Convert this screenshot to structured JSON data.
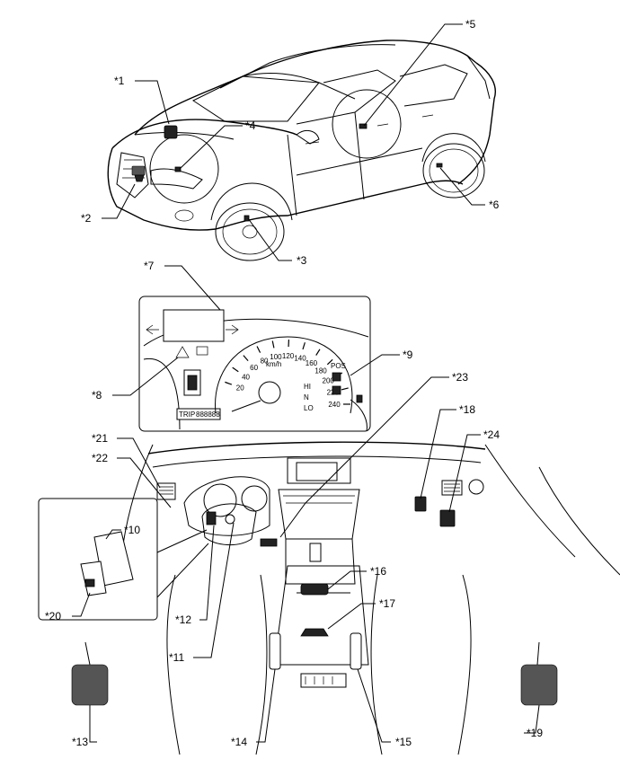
{
  "callouts": [
    "*1",
    "*2",
    "*3",
    "*4",
    "*5",
    "*6",
    "*7",
    "*8",
    "*9",
    "*10",
    "*11",
    "*12",
    "*13",
    "*14",
    "*15",
    "*16",
    "*17",
    "*18",
    "*19",
    "*20",
    "*21",
    "*22",
    "*23",
    "*24"
  ],
  "gauge": {
    "speed_ticks": [
      "20",
      "40",
      "60",
      "80",
      "100",
      "120",
      "140",
      "160",
      "180",
      "200",
      "220",
      "240"
    ],
    "unit": "km/h",
    "pos_label": "POS",
    "shift_labels": [
      "HI",
      "N",
      "LO"
    ],
    "odo_text": "888888",
    "trip_text": "TRIP"
  }
}
